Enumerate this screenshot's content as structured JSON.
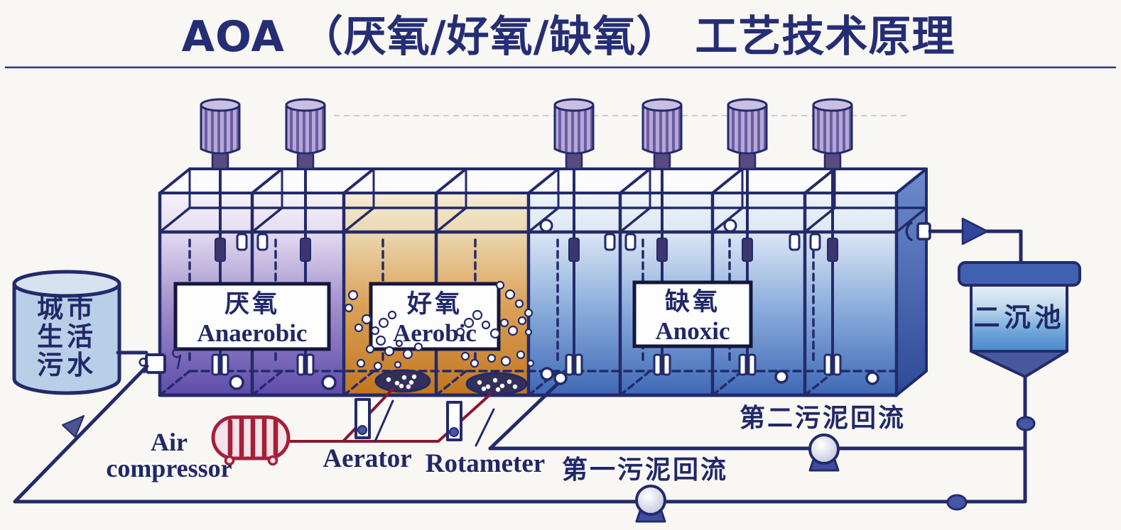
{
  "title": {
    "text": "AOA （厌氧/好氧/缺氧） 工艺技术原理"
  },
  "source_tank": {
    "lines": [
      "城市",
      "生活",
      "污水"
    ]
  },
  "zone_labels": {
    "anaerobic_cn": "厌氧",
    "anaerobic_en": "Anaerobic",
    "aerobic_cn": "好氧",
    "aerobic_en": "Aerobic",
    "anoxic_cn": "缺氧",
    "anoxic_en": "Anoxic"
  },
  "clarifier_label": "二沉池",
  "equipment": {
    "air_compressor_line1": "Air",
    "air_compressor_line2": "compressor",
    "aerator": "Aerator",
    "rotameter": "Rotameter"
  },
  "returns": {
    "first": "第一污泥回流",
    "second": "第二污泥回流"
  },
  "colors": {
    "paper": "#f8f7f4",
    "ink": "#232a6a",
    "text": "#212868",
    "title": "#252e74",
    "box_border": "#15163c",
    "red": "#a51f38",
    "red_line": "#8c1730",
    "red_fill": "#f4e3e9",
    "anaer_top": "#f6f2fa",
    "anaer_mid": "#a291cc",
    "anaer_bot": "#5e4cab",
    "aer_top": "#f5ecd8",
    "aer_mid": "#dba25a",
    "aer_bot": "#c2761f",
    "anox_top": "#eef3fa",
    "anox_mid": "#8fb0de",
    "anox_bot": "#3e68b6",
    "side_top": "#6d8cce",
    "side_bot": "#2c4a96",
    "motor_a": "#b5a8d6",
    "motor_b": "#6b5da2",
    "motor_top": "#c9bfe2",
    "cyl_body": "#b9cfe7",
    "cyl_top": "#d6e2f0",
    "clar_cap": "#3f61b0",
    "clar_top": "#eaf1f7",
    "clar_bot": "#4c88ca",
    "cone": "#47589e",
    "pump_lo": "#b9bdd8",
    "pump_base": "#3e4d9e",
    "dot": "#4556a6",
    "disk": "#332f58",
    "arrow_in": "#4a548f",
    "arrow_out": "#31479c"
  }
}
